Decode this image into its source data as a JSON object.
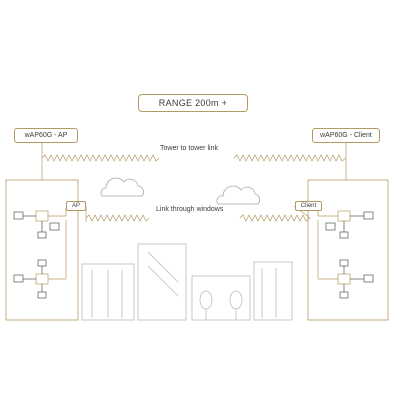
{
  "diagram": {
    "range_label": "RANGE 200m +",
    "ap_device_label": "wAP60G - AP",
    "client_device_label": "wAP60G - Client",
    "tower_link_label": "Tower to tower link",
    "window_link_label": "Link through windows",
    "ap_tag_label": "AP",
    "client_tag_label": "Client",
    "colors": {
      "line": "#b59a63",
      "text": "#3b3b3b",
      "cloud": "#a9a9a9",
      "building": "#bdbdbd"
    }
  }
}
